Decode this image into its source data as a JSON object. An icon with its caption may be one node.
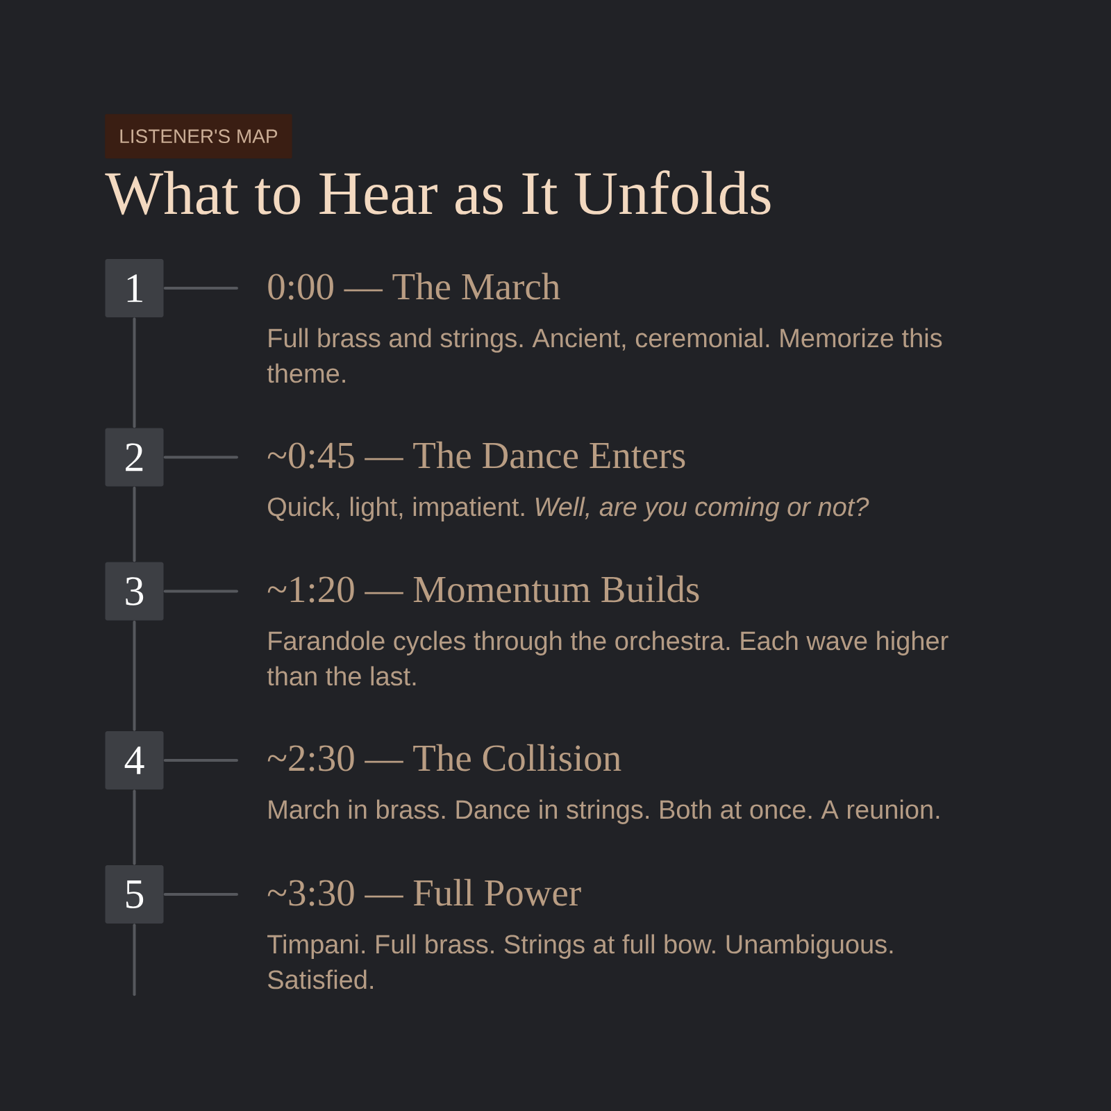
{
  "diagram": {
    "title": "What to Hear as It Unfolds",
    "nodes": [
      {
        "text": [
          "LISTENER'S MAP"
        ]
      },
      {
        "text": [
          "1"
        ]
      },
      {
        "text": [
          "0:00 — The March",
          "Full brass and strings. Ancient, ceremonial. Memorize this theme."
        ]
      },
      {
        "text": [
          "2"
        ]
      },
      {
        "text": [
          "~0:45 — The Dance Enters",
          "Quick, light, impatient. *Well, are you coming or not?*"
        ]
      },
      {
        "text": [
          "3"
        ]
      },
      {
        "text": [
          "~1:20 — Momentum Builds",
          "Farandole cycles through the orchestra. Each wave higher than the last."
        ]
      },
      {
        "text": [
          "4"
        ]
      },
      {
        "text": [
          "~2:30 — The Collision",
          "March in brass. Dance in strings. Both at once. A reunion."
        ]
      },
      {
        "text": [
          "5"
        ]
      },
      {
        "text": [
          "~3:30 — Full Power",
          "Timpani. Full brass. Strings at full bow. Unambiguous. Satisfied."
        ]
      }
    ],
    "edges": [
      {
        "from": 1,
        "to": 2,
        "arrow": "none"
      },
      {
        "from": 1,
        "to": 3,
        "arrow": "none"
      },
      {
        "from": 3,
        "to": 4,
        "arrow": "none"
      },
      {
        "from": 3,
        "to": 5,
        "arrow": "none"
      },
      {
        "from": 5,
        "to": 6,
        "arrow": "none"
      },
      {
        "from": 5,
        "to": 7,
        "arrow": "none"
      },
      {
        "from": 7,
        "to": 8,
        "arrow": "none"
      },
      {
        "from": 7,
        "to": 9,
        "arrow": "none"
      },
      {
        "from": 9,
        "to": 10,
        "arrow": "none"
      },
      {
        "from": 9,
        "to": null,
        "arrow": "none"
      }
    ]
  }
}
